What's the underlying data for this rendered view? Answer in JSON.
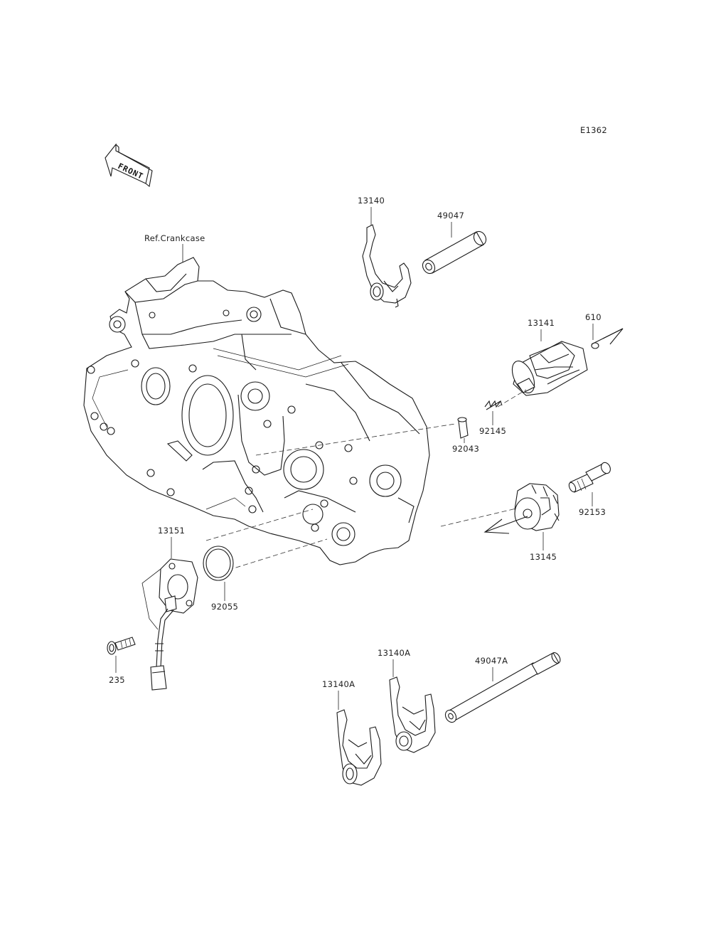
{
  "diagram_code": "E1362",
  "front_arrow": {
    "text": "FRONT",
    "icon": "front-arrow-icon"
  },
  "reference": "Ref.Crankcase",
  "parts": {
    "p13140": "13140",
    "p49047": "49047",
    "p13141": "13141",
    "p610": "610",
    "p92145": "92145",
    "p92043": "92043",
    "p92153": "92153",
    "p13145": "13145",
    "p13151": "13151",
    "p92055": "92055",
    "p235": "235",
    "p13140A_1": "13140A",
    "p13140A_2": "13140A",
    "p49047A": "49047A"
  }
}
